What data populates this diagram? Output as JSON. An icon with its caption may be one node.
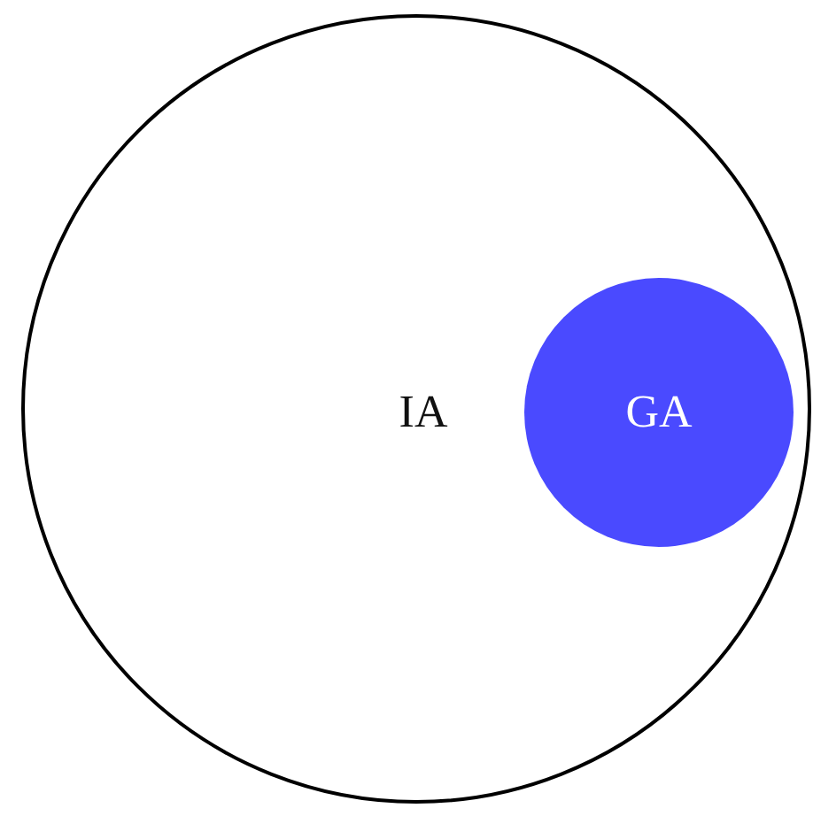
{
  "diagram": {
    "nodes": [
      {
        "text": [
          "IA"
        ]
      },
      {
        "text": [
          "GA"
        ],
        "in": 0
      }
    ]
  }
}
